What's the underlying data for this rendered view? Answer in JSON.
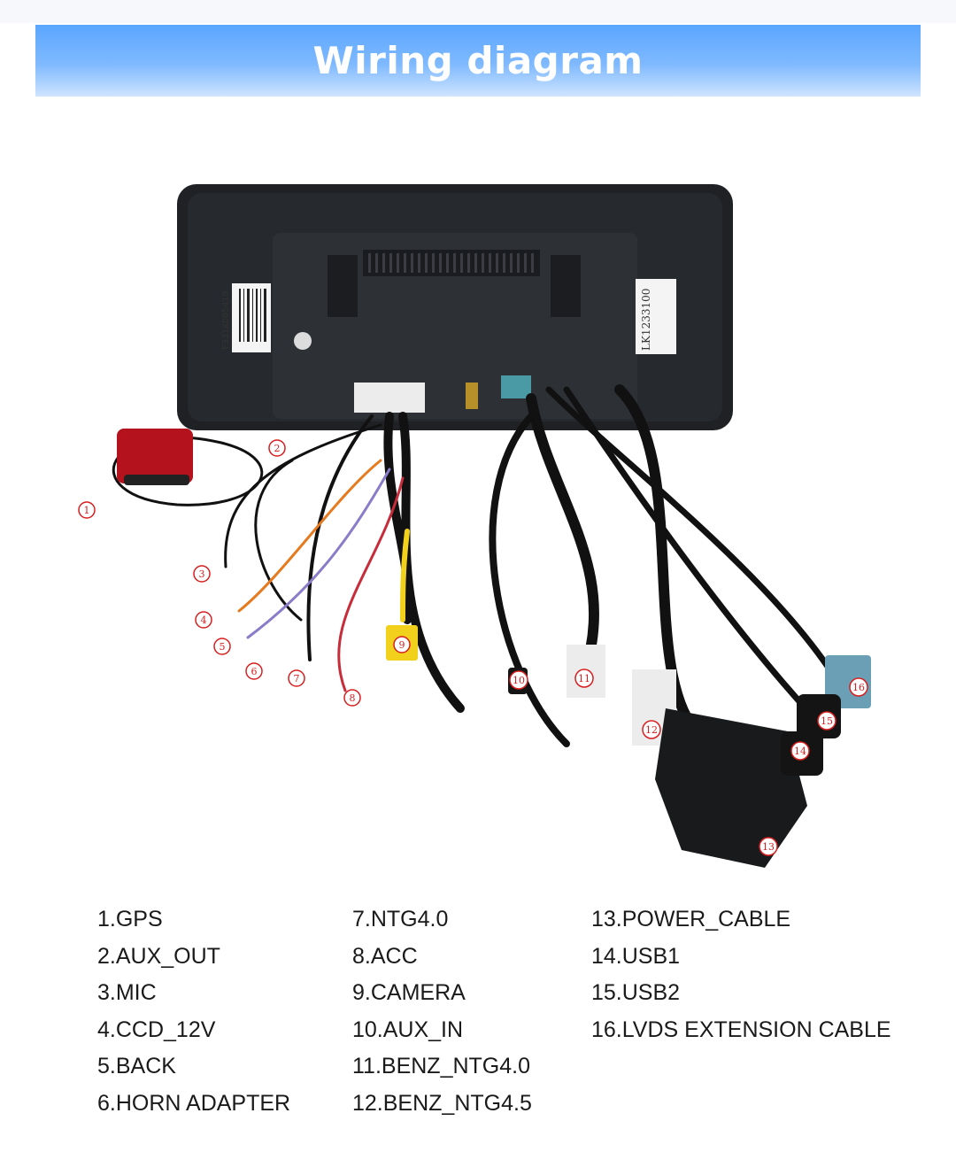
{
  "header": {
    "title": "Wiring diagram"
  },
  "callouts": [
    "1",
    "2",
    "3",
    "4",
    "5",
    "6",
    "7",
    "8",
    "9",
    "10",
    "11",
    "12",
    "13",
    "14",
    "15",
    "16"
  ],
  "device_labels": {
    "left_sticker": "F331KD05419",
    "right_sticker": "LK1233100"
  },
  "legend": {
    "col1": [
      "1.GPS",
      "2.AUX_OUT",
      "3.MIC",
      "4.CCD_12V",
      "5.BACK",
      "6.HORN ADAPTER"
    ],
    "col2": [
      "7.NTG4.0",
      "8.ACC",
      "9.CAMERA",
      "10.AUX_IN",
      "11.BENZ_NTG4.0",
      "12.BENZ_NTG4.5"
    ],
    "col3": [
      "13.POWER_CABLE",
      "14.USB1",
      "15.USB2",
      "16.LVDS EXTENSION CABLE"
    ]
  },
  "colors": {
    "banner": "#6aaeff",
    "callout": "#d81e1e",
    "housing": "#1f2124"
  }
}
